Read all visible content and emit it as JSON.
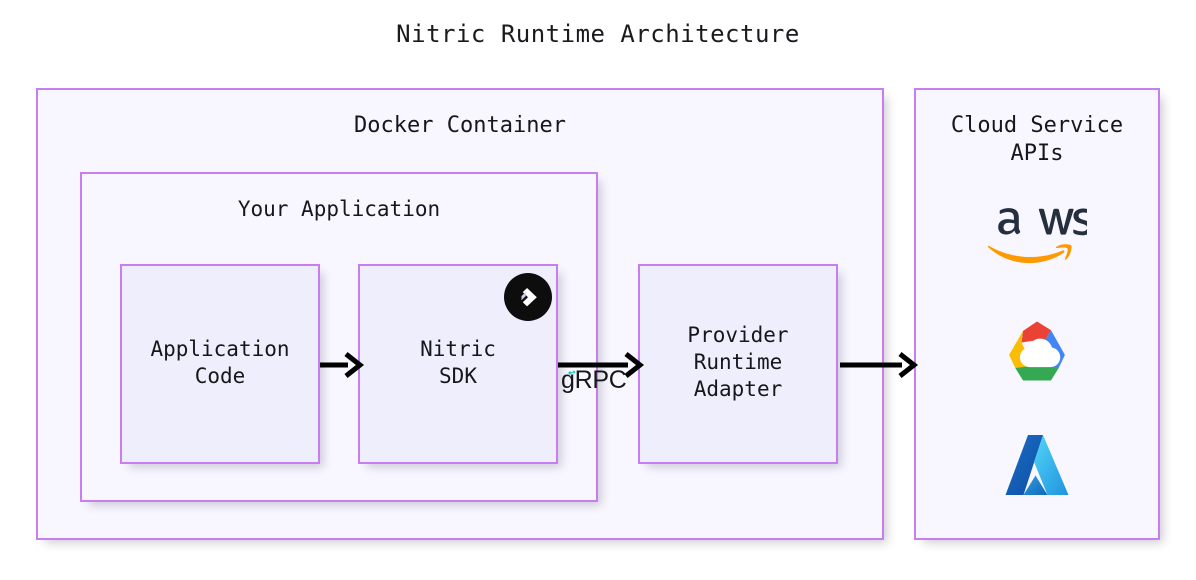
{
  "diagram": {
    "title": "Nitric Runtime Architecture",
    "type": "architecture-flow-diagram",
    "theme": {
      "page_background": "#ffffff",
      "box_border": "#c77ef0",
      "box_background_outer": "#f8f7ff",
      "box_background_inner": "#eeeefc",
      "text_color": "#17171b",
      "arrow_color": "#000000",
      "grpc_marker_color": "#17d7c4"
    }
  },
  "containers": {
    "docker": {
      "label": "Docker Container",
      "children": [
        "your_application",
        "provider_runtime_adapter"
      ]
    },
    "your_application": {
      "label": "Your Application",
      "children": [
        "application_code",
        "nitric_sdk"
      ]
    }
  },
  "nodes": {
    "application_code": {
      "label": "Application\nCode"
    },
    "nitric_sdk": {
      "label": "Nitric\nSDK",
      "badge_icon": "nitric-logo-icon"
    },
    "provider_runtime_adapter": {
      "label": "Provider\nRuntime\nAdapter"
    },
    "cloud_service_apis": {
      "label": "Cloud Service\nAPIs"
    }
  },
  "edges": [
    {
      "id": "app-to-sdk",
      "from": "application_code",
      "to": "nitric_sdk",
      "label": ""
    },
    {
      "id": "sdk-to-adapter",
      "from": "nitric_sdk",
      "to": "provider_runtime_adapter",
      "label": "gRPC"
    },
    {
      "id": "adapter-to-cloud",
      "from": "provider_runtime_adapter",
      "to": "cloud_service_apis",
      "label": ""
    }
  ],
  "cloud_providers": [
    {
      "id": "aws",
      "name": "aws",
      "icon": "aws-logo-icon",
      "colors": [
        "#252f3e",
        "#ff9900"
      ]
    },
    {
      "id": "gcp",
      "name": "Google Cloud",
      "icon": "gcp-logo-icon",
      "colors": [
        "#ea4335",
        "#fbbc04",
        "#34a853",
        "#4285f4",
        "#ffffff"
      ]
    },
    {
      "id": "azure",
      "name": "Microsoft Azure",
      "icon": "azure-logo-icon",
      "colors": [
        "#0f5fae",
        "#3ec6f0",
        "#1b81d8"
      ]
    }
  ]
}
